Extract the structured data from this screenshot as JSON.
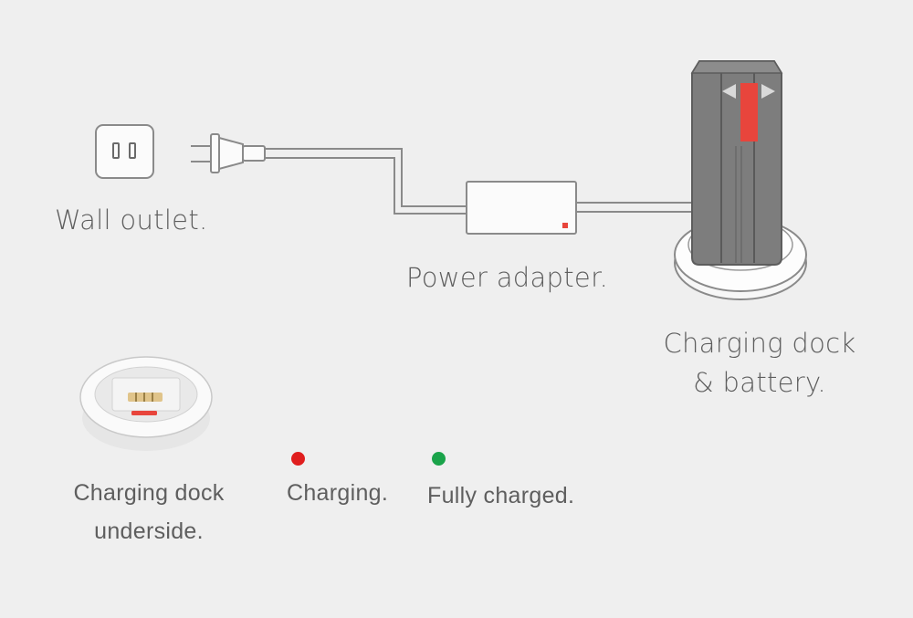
{
  "labels": {
    "wall_outlet": "Wall outlet.",
    "power_adapter": "Power adapter.",
    "dock_battery_line1": "Charging dock",
    "dock_battery_line2": "& battery.",
    "dock_underside_line1": "Charging dock",
    "dock_underside_line2": "underside.",
    "charging": "Charging.",
    "fully_charged": "Fully charged."
  },
  "colors": {
    "background": "#efefef",
    "line": "#8a8a8a",
    "battery": "#7d7d7d",
    "accent_red": "#e8453c",
    "status_charging": "#e01e1e",
    "status_full": "#1aa34a"
  },
  "icons": [
    "wall-outlet-icon",
    "plug-icon",
    "power-adapter-icon",
    "battery-icon",
    "charging-dock-icon",
    "dock-underside-icon"
  ]
}
